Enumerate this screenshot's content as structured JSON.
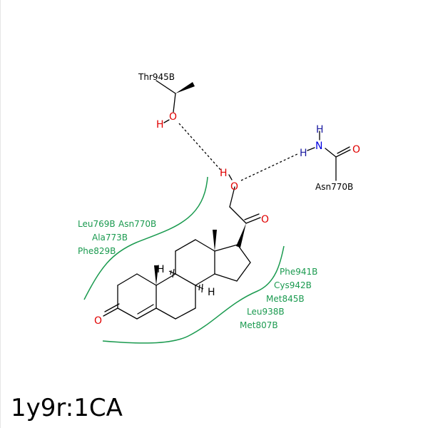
{
  "title": "1y9r:1CA",
  "colors": {
    "residue": "#1a9a4f",
    "oxygen": "#e00000",
    "nitrogen": "#0000e0",
    "bond": "#000000"
  },
  "residues_left": [
    "Leu769B",
    "Asn770B",
    "Ala773B",
    "Phe829B"
  ],
  "residues_right": [
    "Phe941B",
    "Cys942B",
    "Met845B",
    "Leu938B",
    "Met807B"
  ],
  "partner_labels": {
    "thr": "Thr945B",
    "asn": "Asn770B"
  },
  "atoms": {
    "oxygen": "O",
    "nitrogen": "N",
    "hydrogen": "H"
  }
}
